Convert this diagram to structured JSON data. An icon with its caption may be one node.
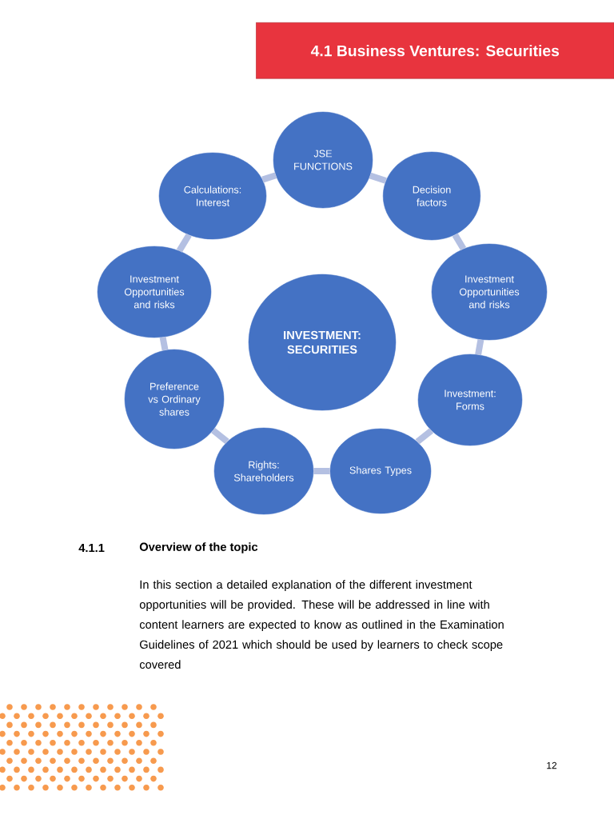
{
  "diagram": {
    "title": "4.1 Business Ventures: Securities",
    "nodes": [
      {
        "text": [
          "INVESTMENT: SECURITIES"
        ]
      },
      {
        "text": [
          "JSE FUNCTIONS"
        ]
      },
      {
        "text": [
          "Decision factors"
        ]
      },
      {
        "text": [
          "Investment Opportunities and risks"
        ]
      },
      {
        "text": [
          "Investment: Forms"
        ]
      },
      {
        "text": [
          "Shares Types"
        ]
      },
      {
        "text": [
          "Rights: Shareholders"
        ]
      },
      {
        "text": [
          "Preference vs Ordinary shares"
        ]
      },
      {
        "text": [
          "Investment Opportunities and risks"
        ]
      },
      {
        "text": [
          "Calculations: Interest"
        ]
      }
    ],
    "edges": [
      {
        "from": 1,
        "to": 2,
        "arrow": "none"
      },
      {
        "from": 2,
        "to": 3,
        "arrow": "none"
      },
      {
        "from": 3,
        "to": 4,
        "arrow": "none"
      },
      {
        "from": 4,
        "to": 5,
        "arrow": "none"
      },
      {
        "from": 5,
        "to": 6,
        "arrow": "none"
      },
      {
        "from": 6,
        "to": 7,
        "arrow": "none"
      },
      {
        "from": 7,
        "to": 8,
        "arrow": "none"
      },
      {
        "from": 8,
        "to": 9,
        "arrow": "none"
      },
      {
        "from": 9,
        "to": 1,
        "arrow": "none"
      }
    ],
    "labels": [
      "4.1.1",
      "Overview of the topic",
      "In this section a detailed explanation of the different investment opportunities will be provided. These will be addressed in line with content learners are expected to know as outlined in the Examination Guidelines of 2021 which should be used by learners to check scope covered",
      "12"
    ]
  }
}
